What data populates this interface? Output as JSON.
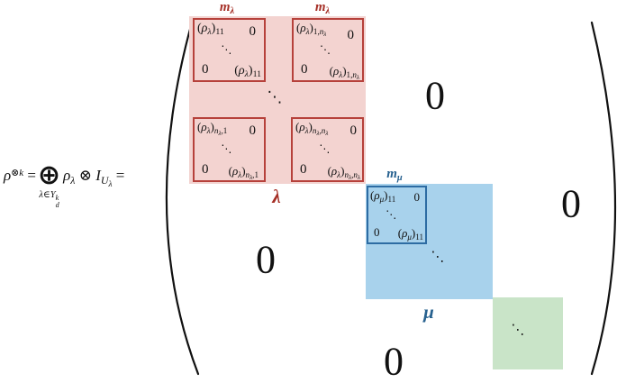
{
  "equation": {
    "rho_base": "ρ",
    "pow_op": "⊗",
    "pow_var": "k",
    "eq1": "=",
    "oplus": "⊕",
    "under_lambda": "λ",
    "under_in": "∈",
    "under_Y": "Y",
    "under_sup": "k",
    "under_sub": "d",
    "rho2": "ρ",
    "rho2_sub": "λ",
    "otimes": "⊗",
    "identity": "I",
    "identity_sub": "U",
    "identity_sub_sub": "λ",
    "eq2": "="
  },
  "labels": {
    "m": "m",
    "lambda": "λ",
    "mu": "μ"
  },
  "entries": {
    "open": "(",
    "close": ")",
    "rho": "ρ",
    "lambda": "λ",
    "mu": "μ",
    "zero": "0",
    "ddots": "⋱",
    "sub_11": "11",
    "sub_one": "1",
    "sub_comma": ",",
    "sub_n": "n"
  },
  "zeros": {
    "big": "0"
  },
  "colors": {
    "red_fill": "#f3d3d0",
    "red_border": "#b6413b",
    "red_text": "#a52f26",
    "blue_fill": "#a8d2ec",
    "blue_border": "#2d6ca3",
    "blue_text": "#27618f",
    "green_fill": "#c9e4c8",
    "ink": "#111111"
  }
}
